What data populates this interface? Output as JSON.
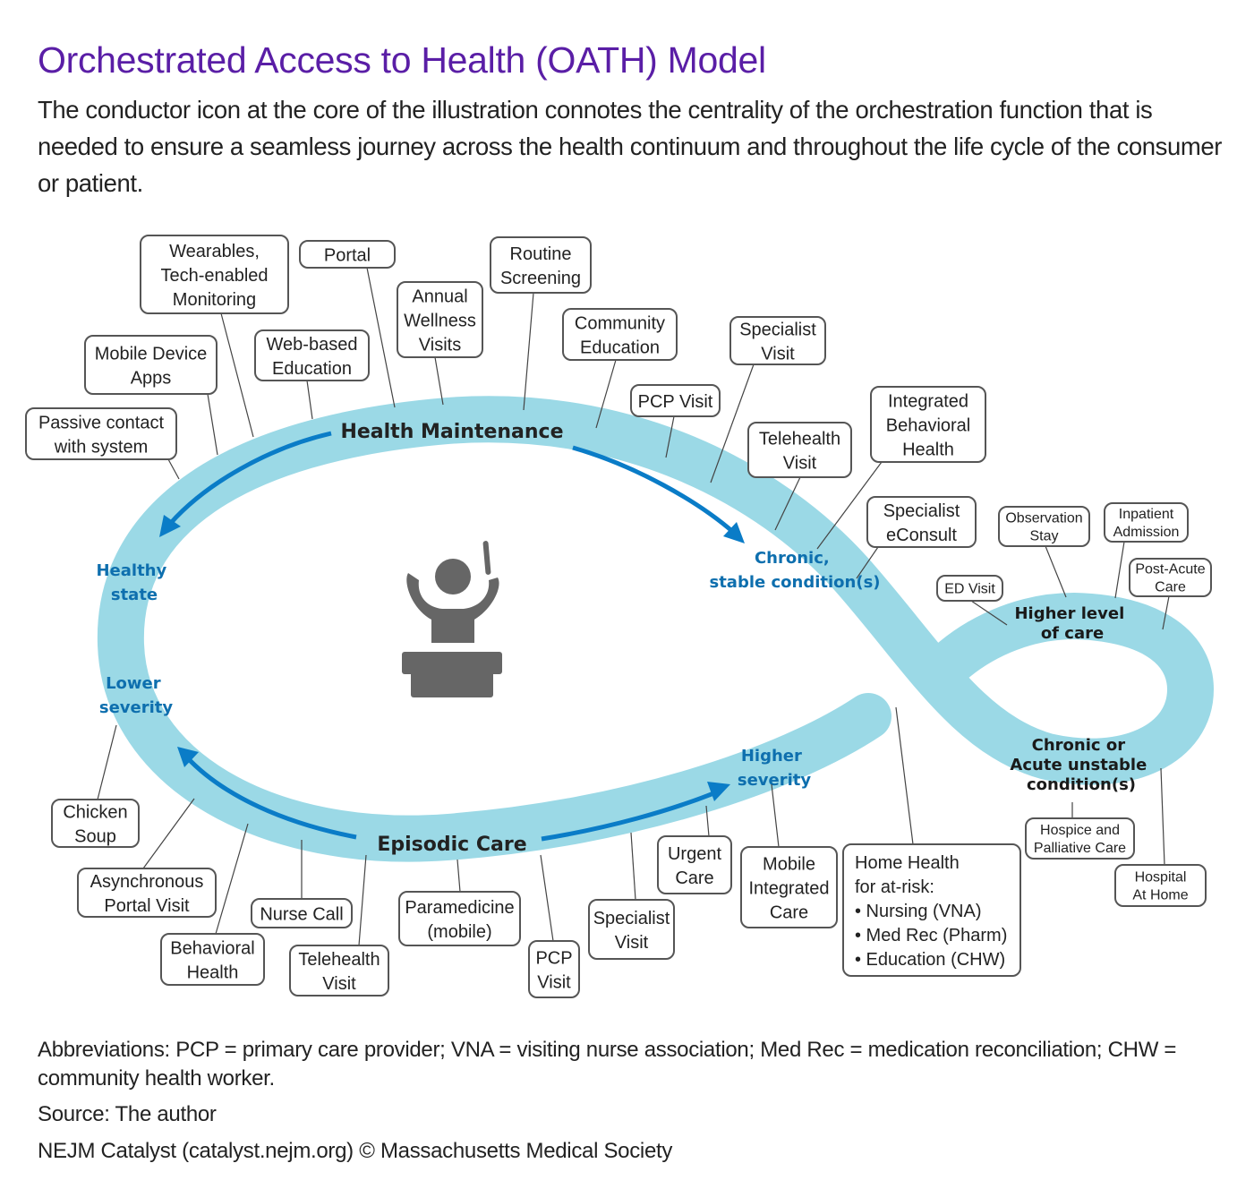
{
  "title": "Orchestrated Access to Health (OATH) Model",
  "subtitle": "The conductor icon at the core of the illustration connotes the centrality of the orchestration function that is needed to ensure a seamless journey across the health continuum and throughout the life cycle of the consumer or patient.",
  "colors": {
    "title": "#5a1ea6",
    "band": "#9bd9e6",
    "arrow": "#0a7cc7",
    "blue_label": "#0e6fae",
    "conductor": "#666666"
  },
  "center_icon": "conductor-icon",
  "stages": {
    "health_maintenance": "Health Maintenance",
    "episodic_care": "Episodic Care",
    "higher_level_care": [
      "Higher level",
      "of care"
    ],
    "chronic_acute_unstable": [
      "Chronic or",
      "Acute unstable",
      "condition(s)"
    ]
  },
  "states": {
    "healthy_state": [
      "Healthy",
      "state"
    ],
    "lower_severity": [
      "Lower",
      "severity"
    ],
    "higher_severity": [
      "Higher",
      "severity"
    ],
    "chronic_stable": [
      "Chronic,",
      "stable condition(s)"
    ]
  },
  "health_maintenance_touchpoints": [
    {
      "id": "passive-contact",
      "lines": [
        "Passive contact",
        "with system"
      ]
    },
    {
      "id": "mobile-device-apps",
      "lines": [
        "Mobile Device",
        "Apps"
      ]
    },
    {
      "id": "wearables",
      "lines": [
        "Wearables,",
        "Tech-enabled",
        "Monitoring"
      ]
    },
    {
      "id": "web-based-education",
      "lines": [
        "Web-based",
        "Education"
      ]
    },
    {
      "id": "portal",
      "lines": [
        "Portal"
      ]
    },
    {
      "id": "annual-wellness",
      "lines": [
        "Annual",
        "Wellness",
        "Visits"
      ]
    },
    {
      "id": "routine-screening",
      "lines": [
        "Routine",
        "Screening"
      ]
    },
    {
      "id": "community-education",
      "lines": [
        "Community",
        "Education"
      ]
    },
    {
      "id": "pcp-visit-top",
      "lines": [
        "PCP Visit"
      ]
    },
    {
      "id": "specialist-visit-top",
      "lines": [
        "Specialist",
        "Visit"
      ]
    },
    {
      "id": "telehealth-visit-top",
      "lines": [
        "Telehealth",
        "Visit"
      ]
    },
    {
      "id": "integrated-behavioral-health",
      "lines": [
        "Integrated",
        "Behavioral",
        "Health"
      ]
    },
    {
      "id": "specialist-econsult",
      "lines": [
        "Specialist",
        "eConsult"
      ]
    }
  ],
  "higher_level_touchpoints": [
    {
      "id": "ed-visit",
      "lines": [
        "ED Visit"
      ]
    },
    {
      "id": "observation-stay",
      "lines": [
        "Observation",
        "Stay"
      ]
    },
    {
      "id": "inpatient-admission",
      "lines": [
        "Inpatient",
        "Admission"
      ]
    },
    {
      "id": "post-acute-care",
      "lines": [
        "Post-Acute",
        "Care"
      ]
    },
    {
      "id": "hospice-palliative",
      "lines": [
        "Hospice and",
        "Palliative Care"
      ]
    },
    {
      "id": "hospital-at-home",
      "lines": [
        "Hospital",
        "At Home"
      ]
    }
  ],
  "episodic_touchpoints": [
    {
      "id": "chicken-soup",
      "lines": [
        "Chicken",
        "Soup"
      ]
    },
    {
      "id": "async-portal-visit",
      "lines": [
        "Asynchronous",
        "Portal Visit"
      ]
    },
    {
      "id": "behavioral-health",
      "lines": [
        "Behavioral",
        "Health"
      ]
    },
    {
      "id": "nurse-call",
      "lines": [
        "Nurse Call"
      ]
    },
    {
      "id": "telehealth-visit-bottom",
      "lines": [
        "Telehealth",
        "Visit"
      ]
    },
    {
      "id": "paramedicine",
      "lines": [
        "Paramedicine",
        "(mobile)"
      ]
    },
    {
      "id": "pcp-visit-bottom",
      "lines": [
        "PCP",
        "Visit"
      ]
    },
    {
      "id": "specialist-visit-bottom",
      "lines": [
        "Specialist",
        "Visit"
      ]
    },
    {
      "id": "urgent-care",
      "lines": [
        "Urgent",
        "Care"
      ]
    },
    {
      "id": "mobile-integrated-care",
      "lines": [
        "Mobile",
        "Integrated",
        "Care"
      ]
    },
    {
      "id": "home-health",
      "lines": [
        "Home Health",
        "for at-risk:",
        "• Nursing (VNA)",
        "• Med Rec (Pharm)",
        "• Education (CHW)"
      ]
    }
  ],
  "footer": {
    "abbreviations": "Abbreviations: PCP = primary care provider; VNA = visiting nurse association; Med Rec = medication reconciliation; CHW = community health worker.",
    "source": "Source: The author",
    "credit": "NEJM Catalyst (catalyst.nejm.org) © Massachusetts Medical Society"
  }
}
